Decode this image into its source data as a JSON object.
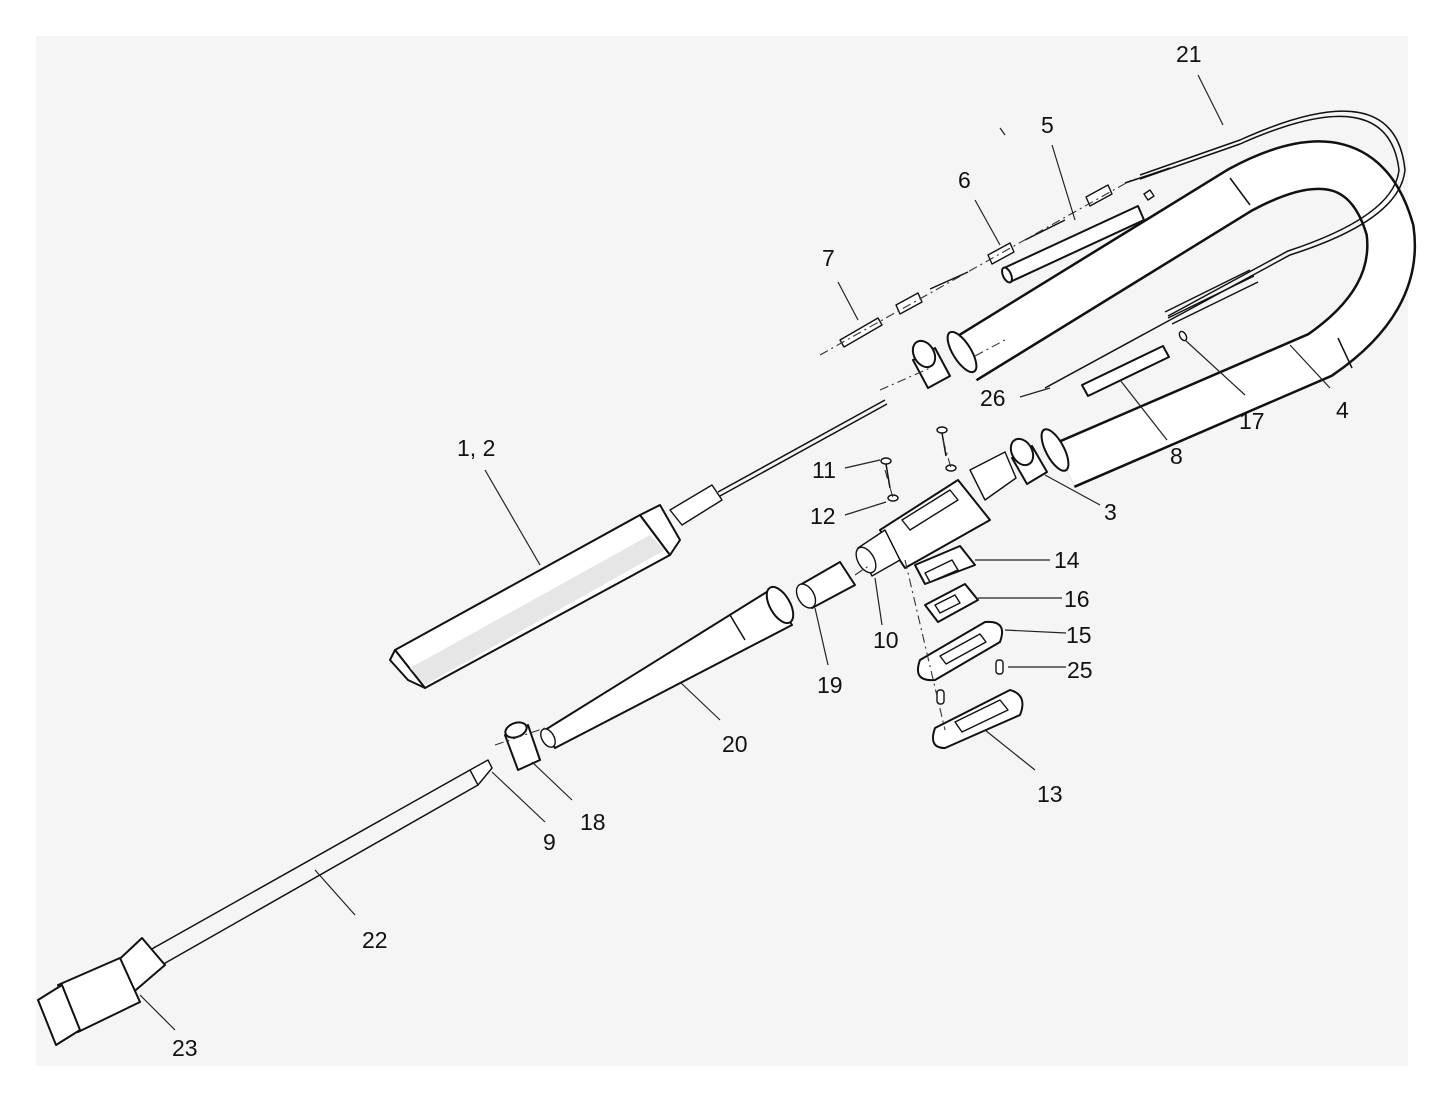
{
  "diagram": {
    "callouts": {
      "c1_2": "1, 2",
      "c3": "3",
      "c4": "4",
      "c5": "5",
      "c6": "6",
      "c7": "7",
      "c8": "8",
      "c9": "9",
      "c10": "10",
      "c11": "11",
      "c12": "12",
      "c13": "13",
      "c14": "14",
      "c15": "15",
      "c16": "16",
      "c17": "17",
      "c18": "18",
      "c19": "19",
      "c20": "20",
      "c21": "21",
      "c22": "22",
      "c23": "23",
      "c25": "25",
      "c26": "26"
    }
  }
}
